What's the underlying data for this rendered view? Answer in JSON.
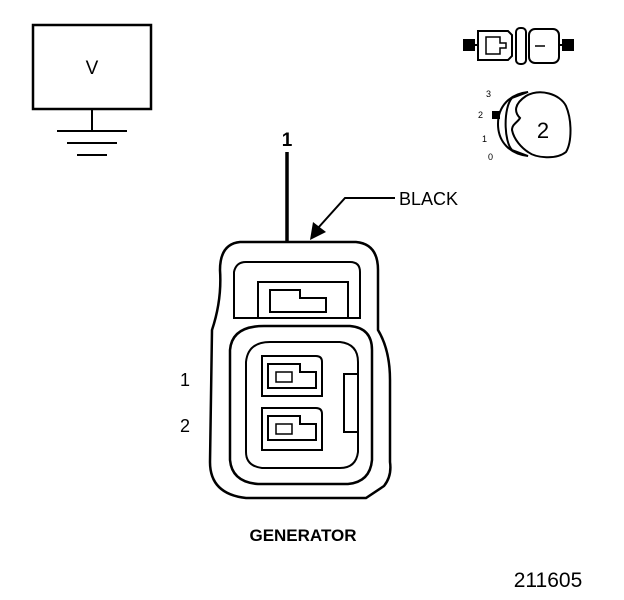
{
  "meter": {
    "symbol": "V"
  },
  "probe": {
    "pin_label": "1"
  },
  "wire": {
    "color_label": "BLACK"
  },
  "terminals": [
    {
      "label": "1"
    },
    {
      "label": "2"
    }
  ],
  "selector": {
    "scale": [
      "3",
      "2",
      "1",
      "0"
    ],
    "setting": "2"
  },
  "connector": {
    "name": "GENERATOR"
  },
  "figure": {
    "number": "211605"
  }
}
